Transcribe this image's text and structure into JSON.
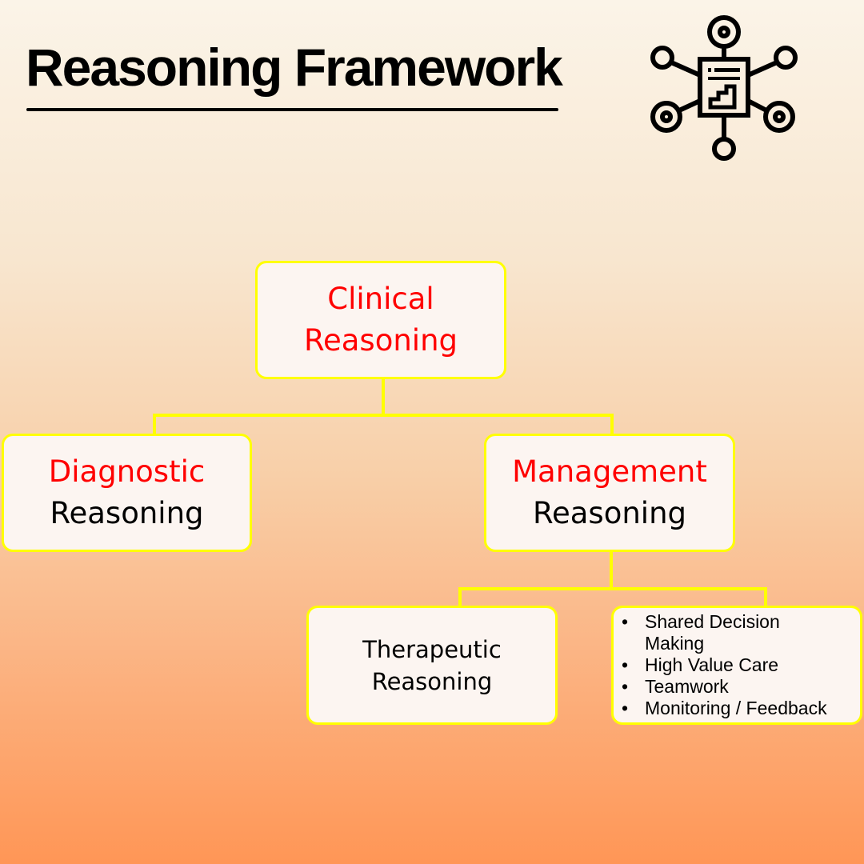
{
  "header": {
    "title": "Reasoning Framework",
    "icon": "network-report-icon"
  },
  "diagram": {
    "root": {
      "line1": "Clinical",
      "line2": "Reasoning"
    },
    "diagnostic": {
      "line1": "Diagnostic",
      "line2": "Reasoning"
    },
    "management": {
      "line1": "Management",
      "line2": "Reasoning"
    },
    "therapeutic": {
      "line1": "Therapeutic",
      "line2": "Reasoning"
    },
    "management_items": [
      "Shared Decision Making",
      "High Value Care",
      "Teamwork",
      "Monitoring / Feedback"
    ]
  },
  "colors": {
    "accent": "#ff0000",
    "border": "#ffff00"
  }
}
